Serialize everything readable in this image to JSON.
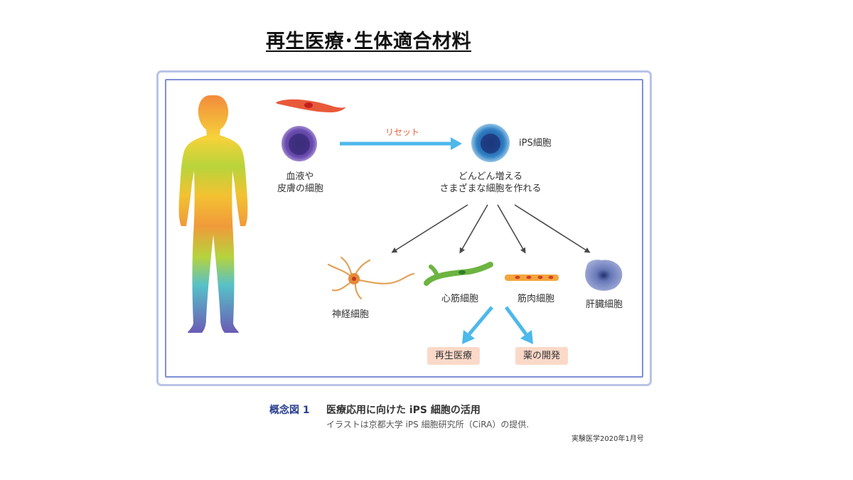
{
  "page": {
    "title": "再生医療･生体適合材料"
  },
  "diagram": {
    "reset_label": "リセット",
    "source_cell_label_line1": "血液や",
    "source_cell_label_line2": "皮膚の細胞",
    "ips_label": "iPS細胞",
    "ips_desc_line1": "どんどん増える",
    "ips_desc_line2": "さまざまな細胞を作れる",
    "derived_cells": [
      {
        "label": "神経細胞"
      },
      {
        "label": "心筋細胞"
      },
      {
        "label": "筋肉細胞"
      },
      {
        "label": "肝臓細胞"
      }
    ],
    "outcomes": [
      {
        "label": "再生医療"
      },
      {
        "label": "薬の開発"
      }
    ]
  },
  "caption": {
    "figure_number": "概念図 1",
    "title": "医療応用に向けた iPS 細胞の活用",
    "credit": "イラストは京都大学 iPS 細胞研究所（CiRA）の提供.",
    "source": "実験医学2020年1月号"
  },
  "colors": {
    "frame_outer": "#b9c3e6",
    "frame_inner": "#7f8fd6",
    "reset_arrow": "#4db8ea",
    "reset_text": "#e8603a",
    "outcome_bg": "#fbd9c9",
    "caption_number": "#2a3f8f"
  }
}
